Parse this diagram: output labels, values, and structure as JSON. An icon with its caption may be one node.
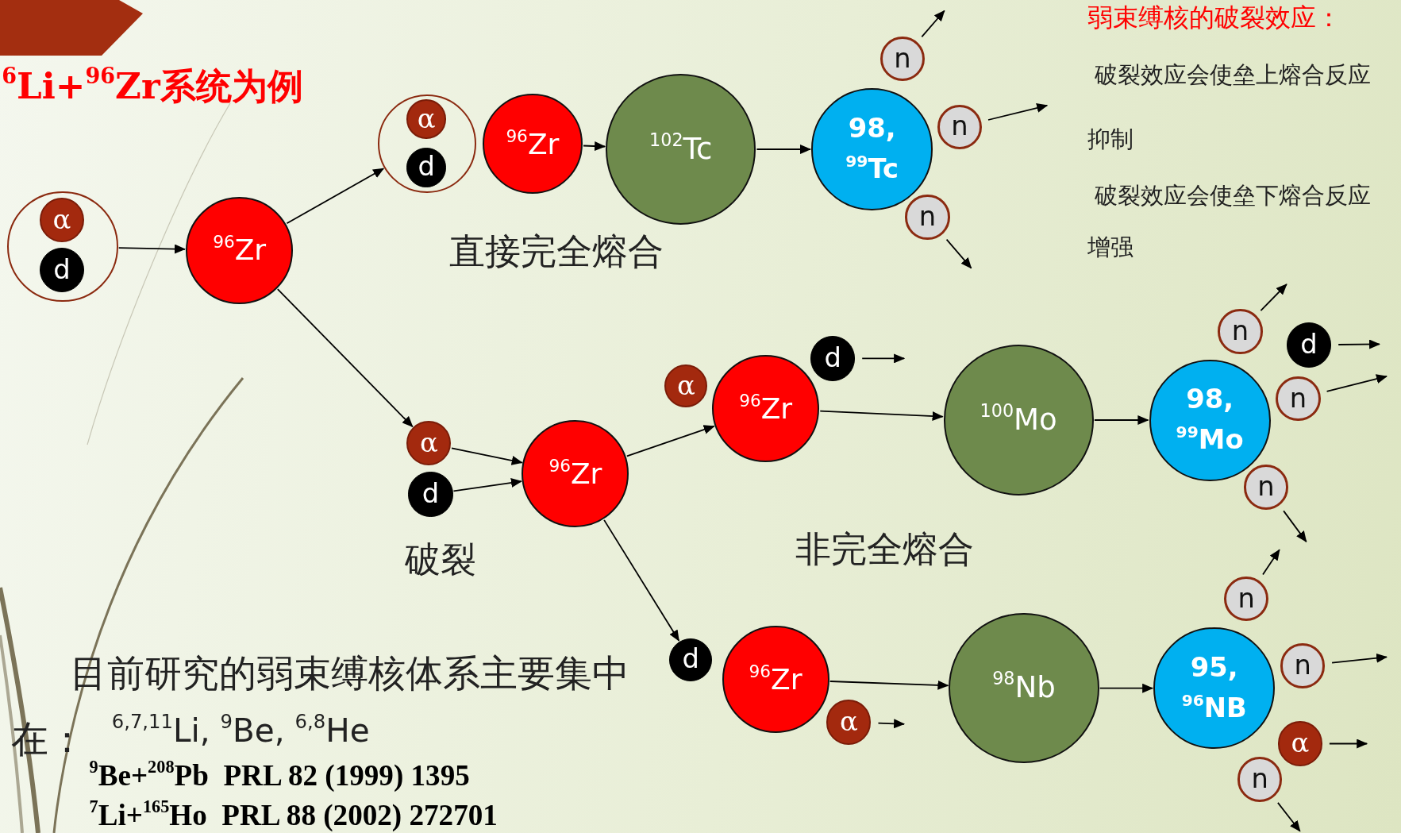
{
  "diagram": {
    "title": "$^{6}$Li+$^{96}$Zr系统为例",
    "nodes": [
      {
        "text": [],
        "shape": "circle"
      },
      {
        "text": [
          "α"
        ],
        "in": 0
      },
      {
        "text": [
          "d"
        ],
        "in": 0
      },
      {
        "text": [
          "$^{96}$Zr"
        ]
      },
      {
        "text": [],
        "shape": "circle"
      },
      {
        "text": [
          "α"
        ],
        "in": 4
      },
      {
        "text": [
          "d"
        ],
        "in": 4
      },
      {
        "text": [
          "$^{96}$Zr"
        ]
      },
      {
        "text": [
          "$^{102}$Tc"
        ]
      },
      {
        "text": [
          "98, $^{99}$Tc"
        ]
      },
      {
        "text": [
          "n"
        ]
      },
      {
        "text": [
          "n"
        ]
      },
      {
        "text": [
          "n"
        ]
      },
      {
        "text": [
          "α"
        ]
      },
      {
        "text": [
          "d"
        ]
      },
      {
        "text": [
          "$^{96}$Zr"
        ]
      },
      {
        "text": [
          "α"
        ]
      },
      {
        "text": [
          "$^{96}$Zr"
        ]
      },
      {
        "text": [
          "d"
        ]
      },
      {
        "text": [
          "$^{100}$Mo"
        ]
      },
      {
        "text": [
          "98, $^{99}$Mo"
        ]
      },
      {
        "text": [
          "n"
        ]
      },
      {
        "text": [
          "d"
        ]
      },
      {
        "text": [
          "n"
        ]
      },
      {
        "text": [
          "n"
        ]
      },
      {
        "text": [
          "d"
        ]
      },
      {
        "text": [
          "$^{96}$Zr"
        ]
      },
      {
        "text": [
          "α"
        ]
      },
      {
        "text": [
          "$^{98}$Nb"
        ]
      },
      {
        "text": [
          "95, $^{96}$NB"
        ]
      },
      {
        "text": [
          "n"
        ]
      },
      {
        "text": [
          "n"
        ]
      },
      {
        "text": [
          "α"
        ]
      },
      {
        "text": [
          "n"
        ]
      }
    ],
    "edges": [
      {
        "from": 0,
        "to": 3,
        "arrow": "to"
      },
      {
        "from": 3,
        "to": 4,
        "arrow": "to"
      },
      {
        "from": 3,
        "to": 13,
        "arrow": "to"
      },
      {
        "from": 7,
        "to": 8,
        "arrow": "to"
      },
      {
        "from": 8,
        "to": 9,
        "arrow": "to"
      },
      {
        "from": 10,
        "to": null,
        "arrow": "to"
      },
      {
        "from": 11,
        "to": null,
        "arrow": "to"
      },
      {
        "from": 12,
        "to": null,
        "arrow": "to"
      },
      {
        "from": 13,
        "to": 15,
        "arrow": "to"
      },
      {
        "from": 14,
        "to": 15,
        "arrow": "to"
      },
      {
        "from": 15,
        "to": 17,
        "arrow": "to"
      },
      {
        "from": 15,
        "to": 25,
        "arrow": "to"
      },
      {
        "from": 18,
        "to": null,
        "arrow": "to"
      },
      {
        "from": 17,
        "to": 19,
        "arrow": "to"
      },
      {
        "from": 19,
        "to": 20,
        "arrow": "to"
      },
      {
        "from": 21,
        "to": null,
        "arrow": "to"
      },
      {
        "from": 22,
        "to": null,
        "arrow": "to"
      },
      {
        "from": 23,
        "to": null,
        "arrow": "to"
      },
      {
        "from": 24,
        "to": null,
        "arrow": "to"
      },
      {
        "from": 26,
        "to": 28,
        "arrow": "to"
      },
      {
        "from": 27,
        "to": null,
        "arrow": "to"
      },
      {
        "from": 28,
        "to": 29,
        "arrow": "to"
      },
      {
        "from": 30,
        "to": null,
        "arrow": "to"
      },
      {
        "from": 31,
        "to": null,
        "arrow": "to"
      },
      {
        "from": 32,
        "to": null,
        "arrow": "to"
      },
      {
        "from": 33,
        "to": null,
        "arrow": "to"
      }
    ],
    "labels": [
      "弱束缚核的破裂效应：",
      "破裂效应会使垒上熔合反应抑制",
      "破裂效应会使垒下熔合反应增强",
      "直接完全熔合",
      "破裂",
      "非完全熔合",
      "目前研究的弱束缚核体系主要集中在：",
      "$^{6,7,11}$Li, $^{9}$Be, $^{6,8}$He",
      "$^{9}$Be+$^{208}$Pb  PRL 82 (1999) 1395",
      "$^{7}$Li+$^{165}$Ho  PRL 88 (2002) 272701"
    ]
  }
}
